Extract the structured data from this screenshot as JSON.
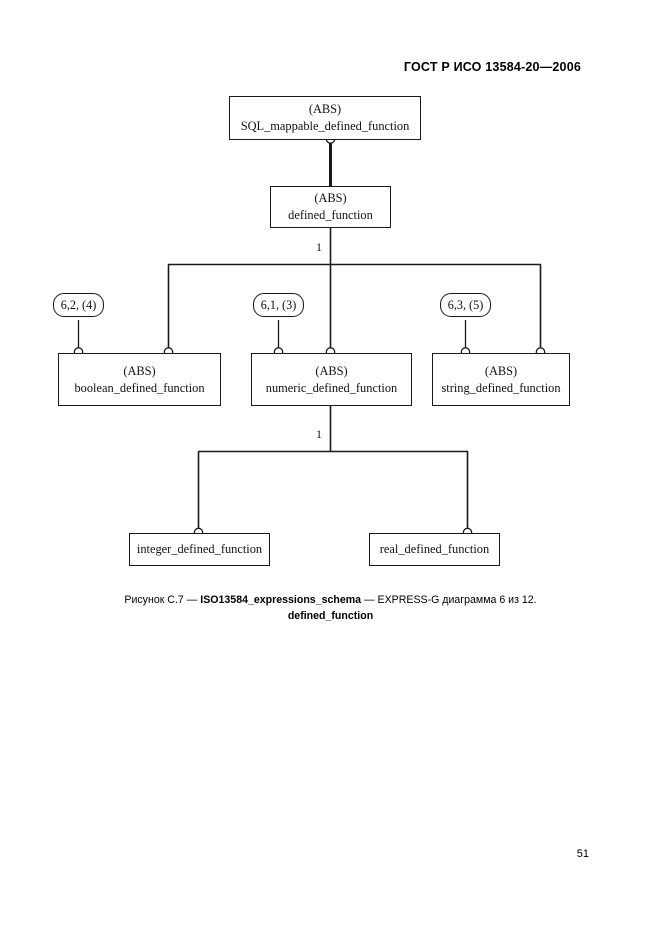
{
  "header": {
    "standard_title": "ГОСТ Р ИСО 13584-20—2006"
  },
  "page": {
    "number": "51"
  },
  "caption": {
    "figure_label": "Рисунок С.7 — ",
    "schema_name": "ISO13584_expressions_schema",
    "separator": " — ",
    "description": "EXPRESS-G диаграмма 6 из 12.",
    "subject": "defined_function"
  },
  "diagram": {
    "type": "EXPRESS-G entity inheritance tree",
    "abstract_tag": "(ABS)",
    "cardinality_labels": [
      "1",
      "1"
    ],
    "entities": [
      {
        "id": "sql-mappable-defined-function",
        "abstract": "(ABS)",
        "name": "SQL_mappable_defined_function"
      },
      {
        "id": "defined-function",
        "abstract": "(ABS)",
        "name": "defined_function"
      },
      {
        "id": "boolean-defined-function",
        "abstract": "(ABS)",
        "name": "boolean_defined_function"
      },
      {
        "id": "numeric-defined-function",
        "abstract": "(ABS)",
        "name": "numeric_defined_function"
      },
      {
        "id": "string-defined-function",
        "abstract": "(ABS)",
        "name": "string_defined_function"
      },
      {
        "id": "integer-defined-function",
        "abstract": "",
        "name": "integer_defined_function"
      },
      {
        "id": "real-defined-function",
        "abstract": "",
        "name": "real_defined_function"
      }
    ],
    "page_references": [
      {
        "id": "ref-boolean",
        "label": "6,2, (4)"
      },
      {
        "id": "ref-numeric",
        "label": "6,1, (3)"
      },
      {
        "id": "ref-string",
        "label": "6,3, (5)"
      }
    ]
  },
  "colors": {
    "line": "#1a1a1a",
    "background": "#ffffff",
    "text": "#000000"
  }
}
